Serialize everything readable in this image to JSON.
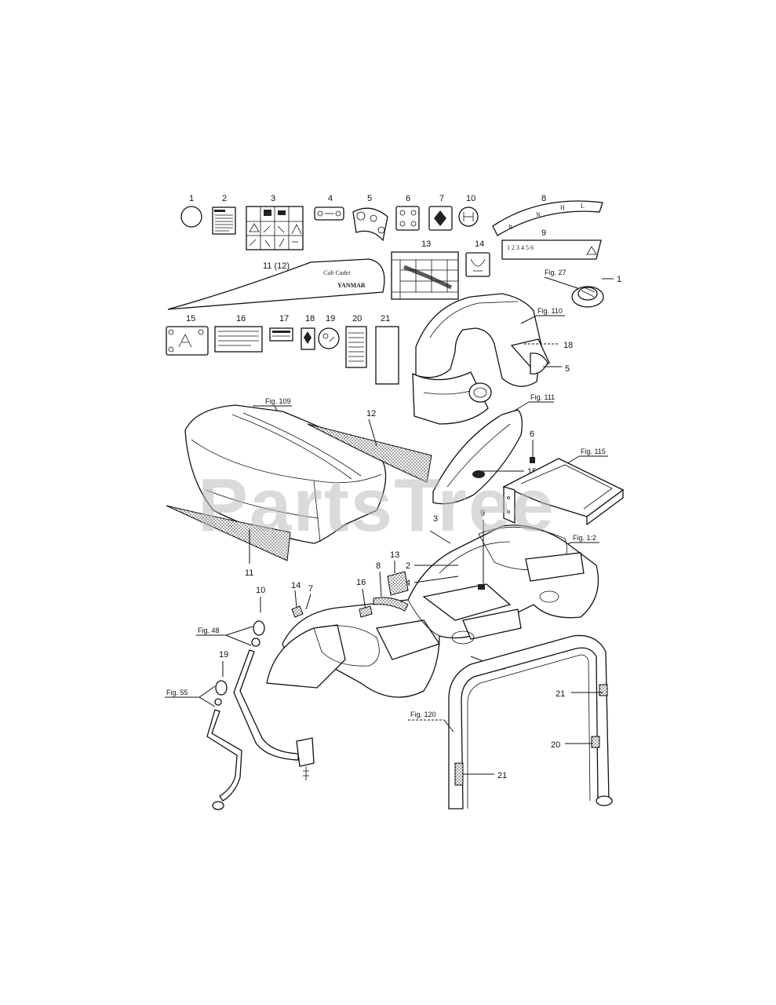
{
  "watermark": "PartsTree",
  "decal_numbers": [
    "1",
    "2",
    "3",
    "4",
    "5",
    "6",
    "7",
    "10",
    "8",
    "9",
    "11 (12)",
    "13",
    "14",
    "15",
    "16",
    "17",
    "18",
    "19",
    "20",
    "21"
  ],
  "decal_texts": {
    "brand_script": "Cub Cadet",
    "brand_block": "YANMAR"
  },
  "fig_refs": [
    "Fig. 27",
    "Fig. 110",
    "Fig. 109",
    "Fig. 111",
    "Fig. 115",
    "Fig. 1:2",
    "Fig. 48",
    "Fig. 55",
    "Fig. 120"
  ],
  "callouts": {
    "c1_right": "1",
    "c18": "18",
    "c5": "5",
    "c12": "12",
    "c15": "15",
    "c6": "6",
    "c11": "11",
    "c3": "3",
    "c9": "9",
    "c2": "2",
    "c4": "4",
    "c13": "13",
    "c8": "8",
    "c16": "16",
    "c14": "14",
    "c7": "7",
    "c10": "10",
    "c19": "19",
    "c17": "17",
    "c21a": "21",
    "c20": "20",
    "c21b": "21"
  }
}
